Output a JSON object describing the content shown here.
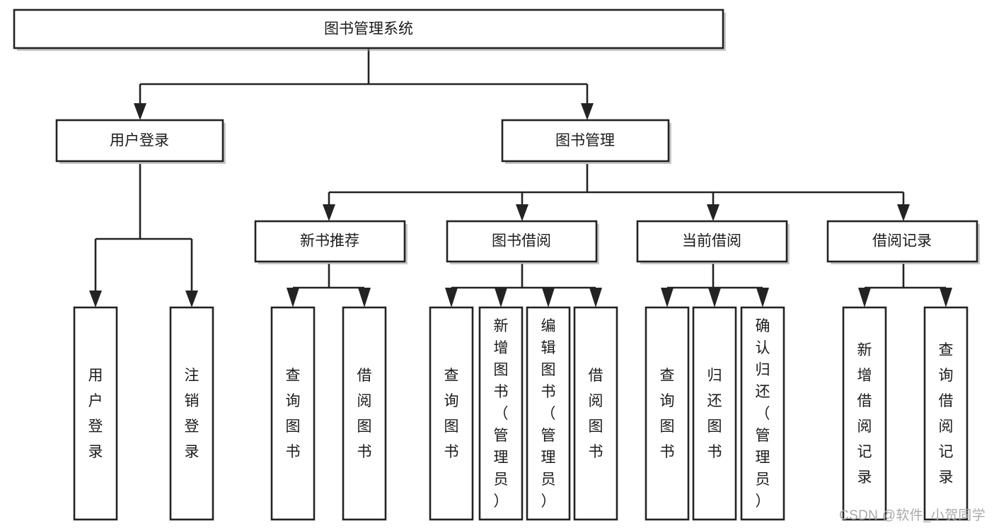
{
  "diagram": {
    "title": "图书管理系统",
    "type": "tree-hierarchy",
    "orientation": "top-down",
    "colors": {
      "node_stroke": "#232323",
      "node_fill": "#ffffff",
      "edge": "#232323",
      "text": "#1b1b1b",
      "watermark": "#a9a9a9",
      "background": "#ffffff"
    },
    "root": {
      "id": "root",
      "label": "图书管理系统",
      "text_orientation": "horizontal"
    },
    "level2": [
      {
        "id": "user-login",
        "label": "用户登录",
        "text_orientation": "horizontal"
      },
      {
        "id": "book-manage",
        "label": "图书管理",
        "text_orientation": "horizontal"
      }
    ],
    "level3": [
      {
        "id": "new-book-recommend",
        "label": "新书推荐",
        "text_orientation": "horizontal",
        "parent": "book-manage"
      },
      {
        "id": "book-borrow",
        "label": "图书借阅",
        "text_orientation": "horizontal",
        "parent": "book-manage"
      },
      {
        "id": "current-borrow",
        "label": "当前借阅",
        "text_orientation": "horizontal",
        "parent": "book-manage"
      },
      {
        "id": "borrow-record",
        "label": "借阅记录",
        "text_orientation": "horizontal",
        "parent": "book-manage"
      }
    ],
    "leaves": [
      {
        "id": "leaf-user-login",
        "label": "用户登录",
        "text_orientation": "vertical",
        "parent": "user-login"
      },
      {
        "id": "leaf-logout",
        "label": "注销登录",
        "text_orientation": "vertical",
        "parent": "user-login"
      },
      {
        "id": "leaf-query-book-1",
        "label": "查询图书",
        "text_orientation": "vertical",
        "parent": "new-book-recommend"
      },
      {
        "id": "leaf-borrow-book-1",
        "label": "借阅图书",
        "text_orientation": "vertical",
        "parent": "new-book-recommend"
      },
      {
        "id": "leaf-query-book-2",
        "label": "查询图书",
        "text_orientation": "vertical",
        "parent": "book-borrow"
      },
      {
        "id": "leaf-add-book",
        "label": "新增图书（管理员）",
        "text_orientation": "vertical",
        "parent": "book-borrow"
      },
      {
        "id": "leaf-edit-book",
        "label": "编辑图书（管理员）",
        "text_orientation": "vertical",
        "parent": "book-borrow"
      },
      {
        "id": "leaf-borrow-book-2",
        "label": "借阅图书",
        "text_orientation": "vertical",
        "parent": "book-borrow"
      },
      {
        "id": "leaf-query-book-3",
        "label": "查询图书",
        "text_orientation": "vertical",
        "parent": "current-borrow"
      },
      {
        "id": "leaf-return-book",
        "label": "归还图书",
        "text_orientation": "vertical",
        "parent": "current-borrow"
      },
      {
        "id": "leaf-confirm-return",
        "label": "确认归还（管理员）",
        "text_orientation": "vertical",
        "parent": "current-borrow"
      },
      {
        "id": "leaf-add-record",
        "label": "新增借阅记录",
        "text_orientation": "vertical",
        "parent": "borrow-record"
      },
      {
        "id": "leaf-query-record",
        "label": "查询借阅记录",
        "text_orientation": "vertical",
        "parent": "borrow-record"
      }
    ]
  },
  "watermark": {
    "text": "CSDN @软件_小贺同学"
  }
}
